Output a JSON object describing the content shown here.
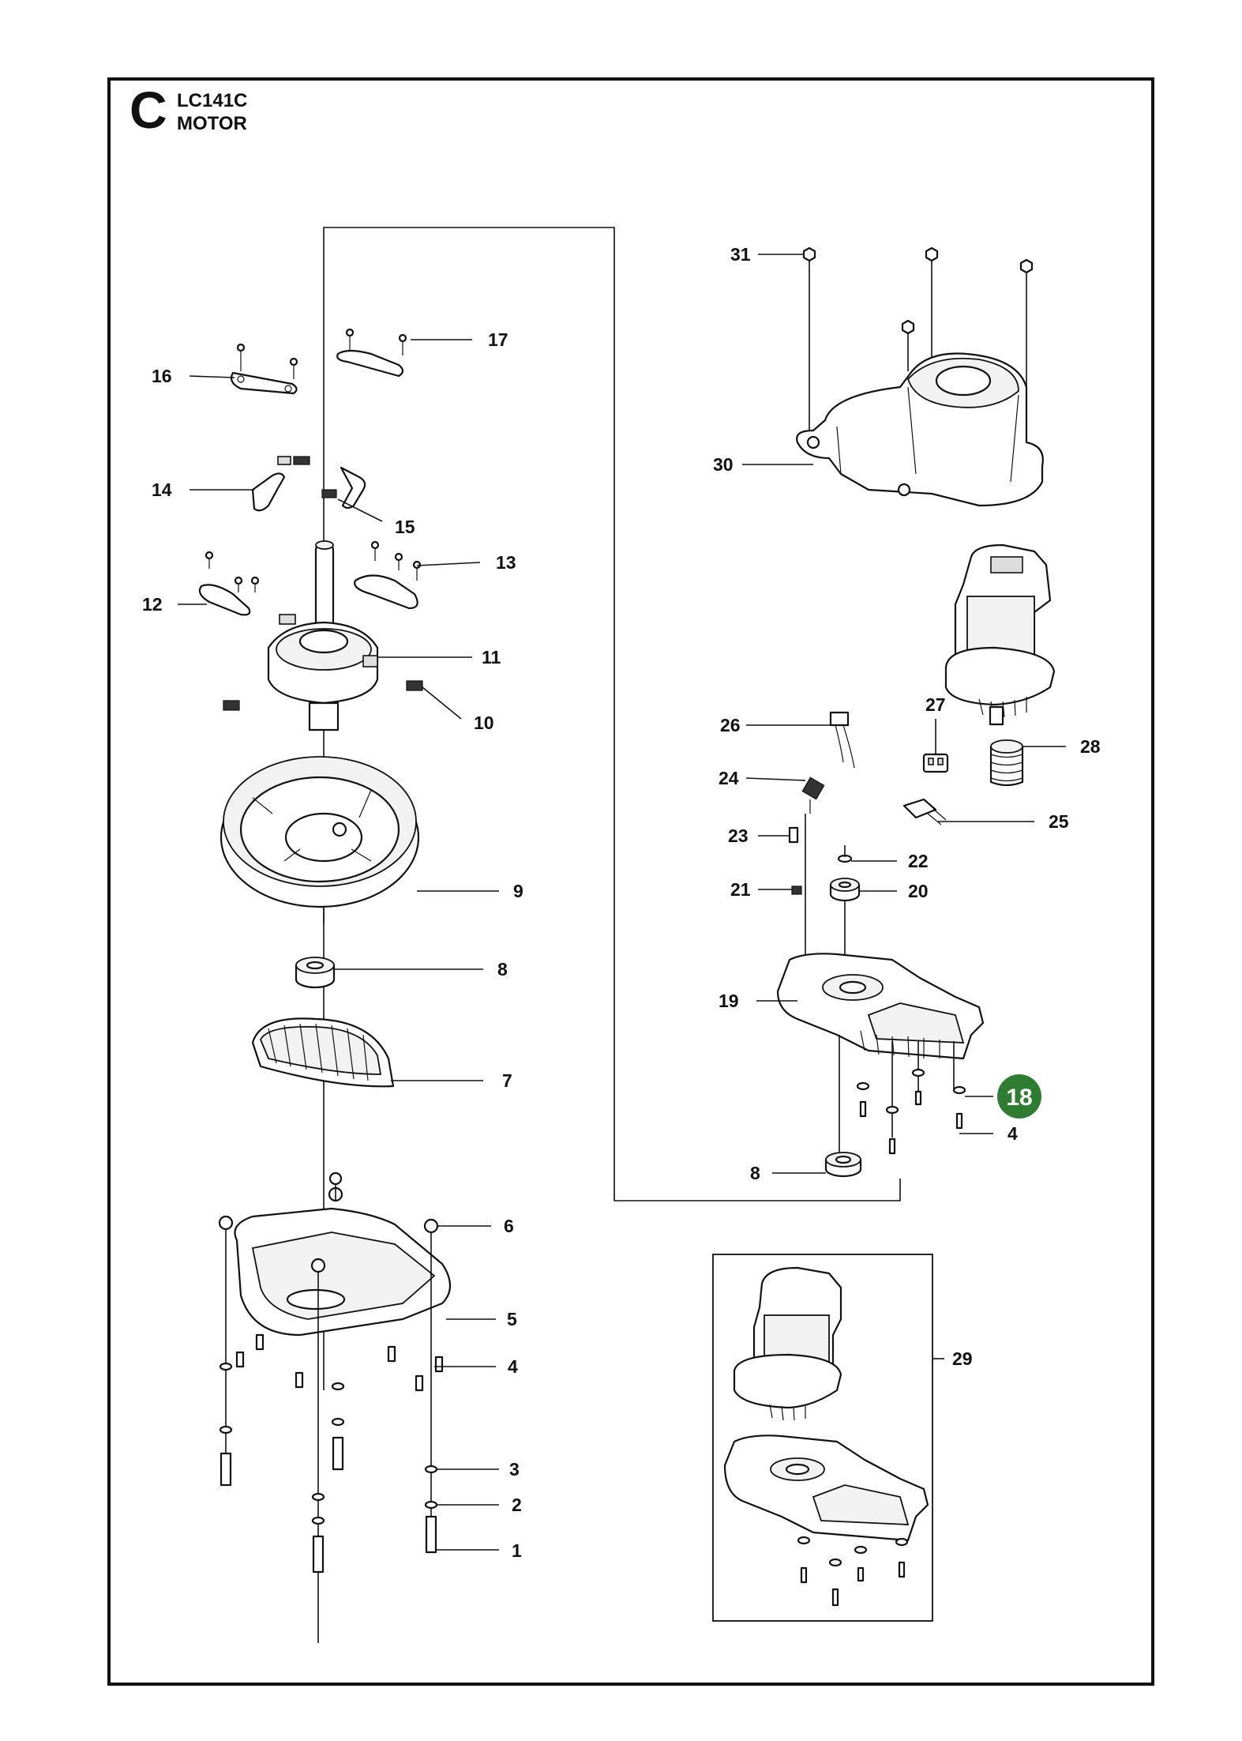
{
  "header": {
    "sheet_letter": "C",
    "model": "LC141C",
    "title": "MOTOR"
  },
  "highlight": {
    "label": "18",
    "color": "#2e7d32"
  },
  "callouts": [
    "1",
    "2",
    "3",
    "4",
    "5",
    "6",
    "7",
    "8",
    "9",
    "10",
    "11",
    "12",
    "13",
    "14",
    "15",
    "16",
    "17",
    "19",
    "20",
    "21",
    "22",
    "23",
    "24",
    "25",
    "26",
    "27",
    "28",
    "29",
    "30",
    "31",
    "4",
    "8"
  ]
}
